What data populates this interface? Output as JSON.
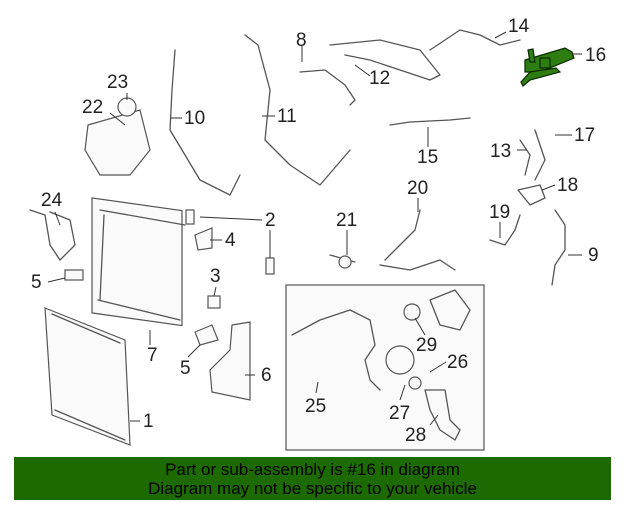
{
  "diagram": {
    "highlighted_part": "16",
    "highlight_color": "#2e7d10",
    "callouts": [
      "14",
      "16",
      "8",
      "12",
      "23",
      "22",
      "10",
      "11",
      "17",
      "13",
      "15",
      "18",
      "20",
      "24",
      "2",
      "21",
      "19",
      "4",
      "9",
      "3",
      "5",
      "7",
      "29",
      "5",
      "26",
      "6",
      "25",
      "27",
      "28",
      "1"
    ]
  },
  "banner": {
    "line1": "Part or sub-assembly is #16 in diagram",
    "line2": "Diagram may not be specific to your vehicle",
    "color": "#1c6a00"
  }
}
